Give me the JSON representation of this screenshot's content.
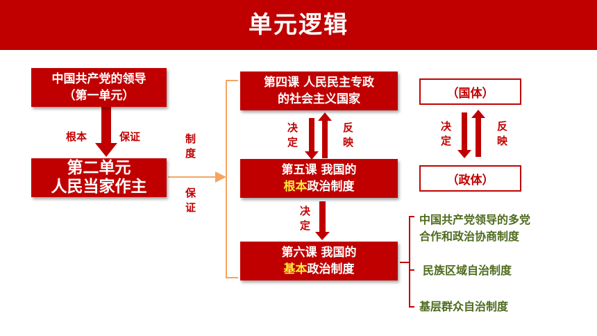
{
  "title": "单元逻辑",
  "box_unit1": {
    "line1": "中国共产党的领导",
    "line2": "（第一单元）"
  },
  "label_genben": "根本",
  "label_baozheng": "保证",
  "box_unit2": {
    "line1": "第二单元",
    "line2": "人民当家作主"
  },
  "label_zhidu": "制度",
  "label_baozheng2": "保证",
  "box_lesson4": {
    "line1": "第四课  人民民主专政",
    "line2": "的社会主义国家"
  },
  "label_jueding1": "决定",
  "label_fanying1": "反映",
  "box_lesson5": {
    "line1": "第五课   我国的",
    "hl": "根本",
    "rest": "政治制度"
  },
  "label_jueding2": "决定",
  "box_lesson6": {
    "line1": "第六课   我国的",
    "hl": "基本",
    "rest": "政治制度"
  },
  "box_guoti": "（国体）",
  "box_zhengti": "（政体）",
  "label_jueding3": "决定",
  "label_fanying3": "反映",
  "systems": {
    "item1_line1": "中国共产党领导的多党",
    "item1_line2": "合作和政治协商制度",
    "item2": "民族区域自治制度",
    "item3": "基层群众自治制度"
  },
  "colors": {
    "red": "#c00000",
    "highlight": "#ffeb3b",
    "green": "#4e6b1e",
    "orange_line": "#f4a460"
  }
}
